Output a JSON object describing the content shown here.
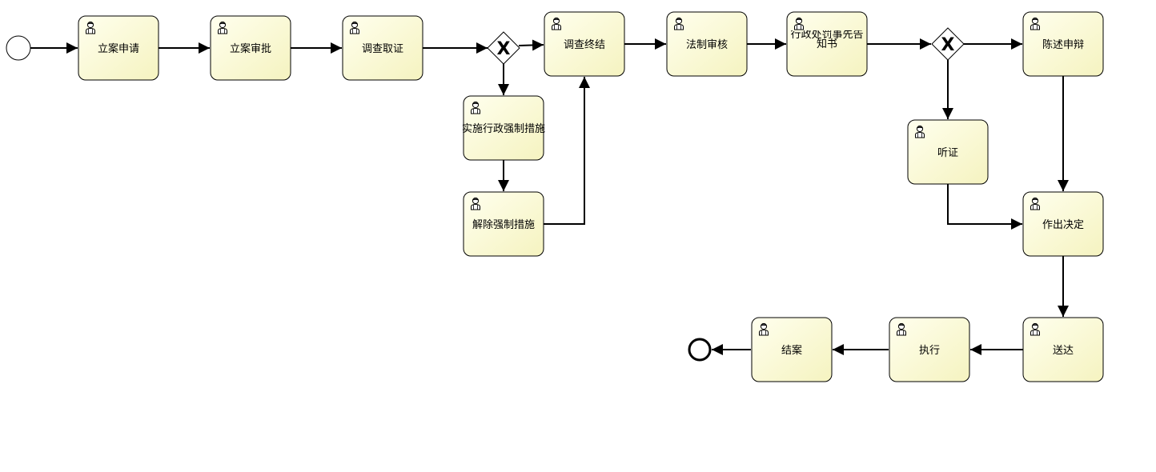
{
  "diagram": {
    "tasks": [
      {
        "id": "t1",
        "label": "立案申请"
      },
      {
        "id": "t2",
        "label": "立案审批"
      },
      {
        "id": "t3",
        "label": "调查取证"
      },
      {
        "id": "t4",
        "label": "调查终结"
      },
      {
        "id": "t5",
        "label": "法制审核"
      },
      {
        "id": "t6",
        "label": "行政处罚事先告知书"
      },
      {
        "id": "t7",
        "label": "陈述申辩"
      },
      {
        "id": "t8",
        "label": "实施行政强制措施"
      },
      {
        "id": "t9",
        "label": "解除强制措施"
      },
      {
        "id": "t10",
        "label": "听证"
      },
      {
        "id": "t11",
        "label": "作出决定"
      },
      {
        "id": "t12",
        "label": "送达"
      },
      {
        "id": "t13",
        "label": "执行"
      },
      {
        "id": "t14",
        "label": "结案"
      }
    ],
    "gateways": [
      {
        "id": "g1",
        "type": "exclusive",
        "symbol": "X"
      },
      {
        "id": "g2",
        "type": "exclusive",
        "symbol": "X"
      }
    ],
    "events": [
      {
        "id": "start",
        "type": "start"
      },
      {
        "id": "end",
        "type": "end"
      }
    ],
    "colors": {
      "task_fill_light": "#ffffee",
      "task_fill_dark": "#f5f3c0",
      "stroke": "#000000"
    },
    "icons": {
      "task": "user-task-icon",
      "gateway": "exclusive-gateway-x-icon"
    }
  }
}
